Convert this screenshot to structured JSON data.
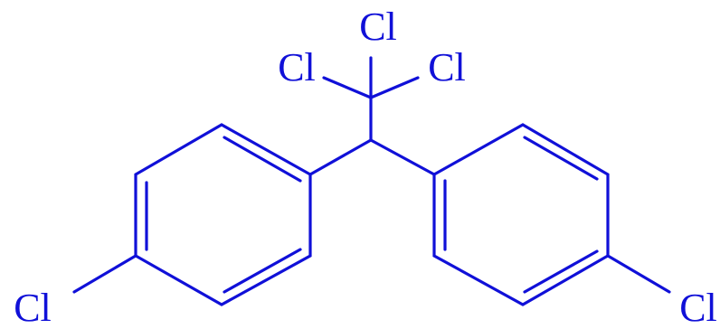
{
  "molecule": {
    "color": "#1010d8",
    "atom_labels": {
      "cl_top": "Cl",
      "cl_left": "Cl",
      "cl_right": "Cl",
      "cl_ring_left": "Cl",
      "cl_ring_right": "Cl"
    }
  }
}
